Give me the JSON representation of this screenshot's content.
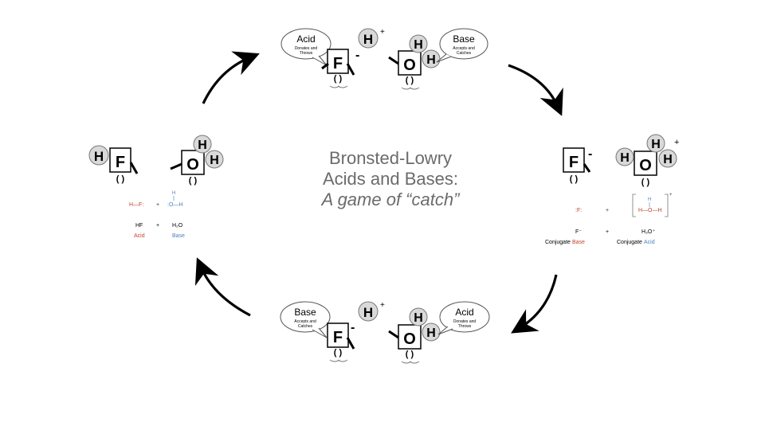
{
  "title": {
    "line1": "Bronsted-Lowry",
    "line2": "Acids and Bases:",
    "line3": "A game of “catch”"
  },
  "colors": {
    "acid": "#c0452a",
    "base": "#4a7fc0",
    "ink": "#000000",
    "text": "#6b6b6b"
  },
  "top": {
    "acid_bubble": {
      "title": "Acid",
      "sub1": "Donates and",
      "sub2": "Throws"
    },
    "base_bubble": {
      "title": "Base",
      "sub1": "Accepts and",
      "sub2": "Catches"
    },
    "f_letter": "F",
    "f_charge": "-",
    "proton": "H",
    "proton_charge": "+",
    "o_letter": "O",
    "h1": "H",
    "h2": "H"
  },
  "bottom": {
    "base_bubble": {
      "title": "Base",
      "sub1": "Accepts and",
      "sub2": "Catches"
    },
    "acid_bubble": {
      "title": "Acid",
      "sub1": "Donates and",
      "sub2": "Throws"
    },
    "f_letter": "F",
    "f_charge": "-",
    "proton": "H",
    "proton_charge": "+",
    "o_letter": "O",
    "h1": "H",
    "h2": "H"
  },
  "left": {
    "hf_h": "H",
    "f_letter": "F",
    "o_letter": "O",
    "h1": "H",
    "h2": "H",
    "struct_hf": "H—F:",
    "struct_plus": "+",
    "struct_water": ":O—H",
    "struct_water_top": "H",
    "formula_hf": "HF",
    "formula_plus": "+",
    "formula_water": "H₂O",
    "label_acid": "Acid",
    "label_base": "Base"
  },
  "right": {
    "f_letter": "F",
    "f_charge": "-",
    "o_letter": "O",
    "h1": "H",
    "h2": "H",
    "h3": "H",
    "hydronium_charge": "+",
    "struct_f": ":F:",
    "struct_plus": "+",
    "struct_hydronium": "H—O—H",
    "struct_hydronium_top": "H",
    "struct_charge": "+",
    "formula_f": "F⁻",
    "formula_plus": "+",
    "formula_h3o": "H₃O⁺",
    "conj_base_prefix": "Conjugate",
    "conj_base_word": "Base",
    "conj_acid_prefix": "Conjugate",
    "conj_acid_word": "Acid"
  },
  "arrows": [
    "cycle-arrow-top-left",
    "cycle-arrow-top-right",
    "cycle-arrow-bottom-right",
    "cycle-arrow-bottom-left"
  ]
}
